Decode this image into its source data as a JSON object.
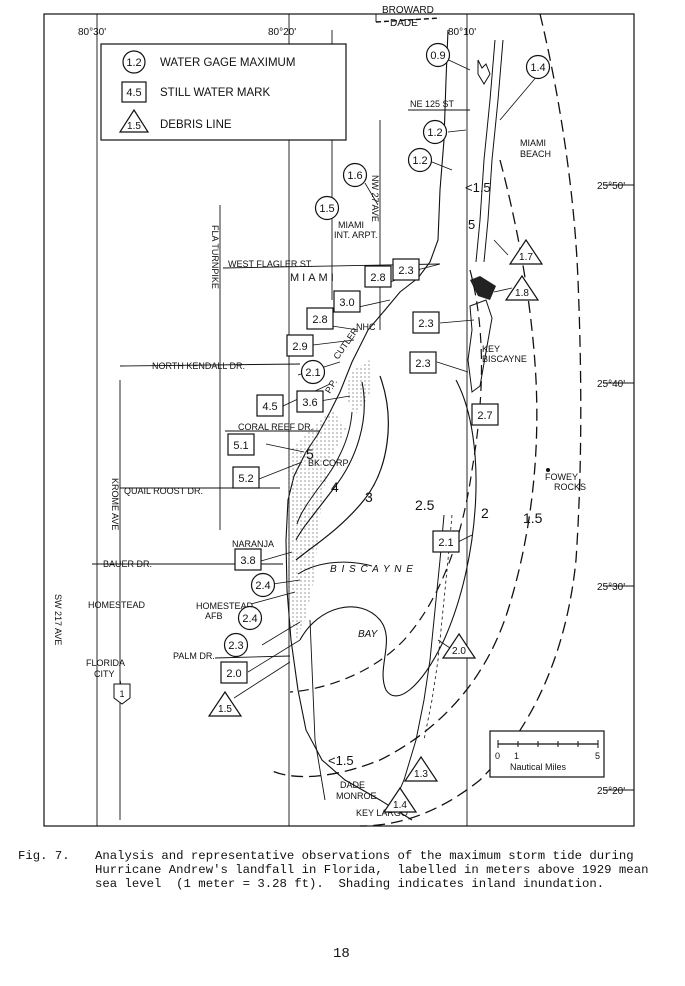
{
  "coordinates": {
    "lon_80_30": "80°30'",
    "lon_80_20": "80°20'",
    "lon_80_10": "80°10'",
    "lat_25_50": "25°50'",
    "lat_25_40": "25°40'",
    "lat_25_30": "25°30'",
    "lat_25_20": "25°20'"
  },
  "legend": {
    "circle_sample": "1.2",
    "circle_label": "WATER GAGE MAXIMUM",
    "square_sample": "4.5",
    "square_label": "STILL WATER MARK",
    "triangle_sample": "1.5",
    "triangle_label": "DEBRIS LINE"
  },
  "place_labels": {
    "broward": "BROWARD",
    "dade_top": "DADE",
    "ne_125_st": "NE 125 ST",
    "miami_beach_1": "MIAMI",
    "miami_beach_2": "BEACH",
    "nw_27_ave": "NW 27 AVE",
    "miami_airport_1": "MIAMI",
    "miami_airport_2": "INT. ARPT.",
    "fla_turnpike": "FLA TURNPIKE",
    "west_flagler": "WEST FLAGLER ST.",
    "miami": "MIAMI",
    "nhc": "NHC",
    "key_biscayne_1": "KEY",
    "key_biscayne_2": "BISCAYNE",
    "north_kendall": "NORTH KENDALL DR.",
    "cutler": "CUTLER",
    "pp": "P.P.",
    "coral_reef": "CORAL REEF DR.",
    "bk_corp": "BK CORP.",
    "quail_roost": "QUAIL ROOST DR.",
    "krome_ave": "KROME AVE",
    "fowey_1": "FOWEY",
    "fowey_2": "ROCKS",
    "naranja": "NARANJA",
    "bauer": "BAUER DR.",
    "biscayne": "B I S C A Y N E",
    "homestead": "HOMESTEAD",
    "homestead_afb_1": "HOMESTEAD",
    "homestead_afb_2": "AFB",
    "sw_217_ave": "SW 217 AVE",
    "bay": "BAY",
    "palm_dr": "PALM DR.",
    "florida_city_1": "FLORIDA",
    "florida_city_2": "CITY",
    "route_number": "1",
    "dade_bottom": "DADE",
    "monroe": "MONROE",
    "key_largo": "KEY LARGO"
  },
  "contours": [
    "5",
    "4",
    "3",
    "2.5",
    "2",
    "1.5",
    "<1.5",
    "<1.5",
    "5"
  ],
  "gage_circles": [
    "0.9",
    "1.4",
    "1.2",
    "1.2",
    "1.6",
    "1.5",
    "2.1",
    "2.4",
    "2.4",
    "2.3"
  ],
  "still_water_squares": [
    "2.3",
    "2.8",
    "3.0",
    "2.8",
    "2.9",
    "2.3",
    "2.3",
    "2.7",
    "4.5",
    "3.6",
    "5.1",
    "5.2",
    "3.8",
    "2.1",
    "2.0"
  ],
  "debris_triangles": [
    "1.7",
    "1.8",
    "2.0",
    "1.5",
    "1.3",
    "1.4"
  ],
  "scale": {
    "tick_0": "0",
    "tick_1": "1",
    "tick_5": "5",
    "unit": "Nautical Miles"
  },
  "caption": {
    "label": "Fig. 7.",
    "text": "Analysis and representative observations of the maximum storm tide during Hurricane Andrew's landfall in Florida,  labelled in meters above 1929 mean sea level  (1 meter = 3.28 ft).  Shading indicates inland inundation."
  },
  "page_number": "18"
}
